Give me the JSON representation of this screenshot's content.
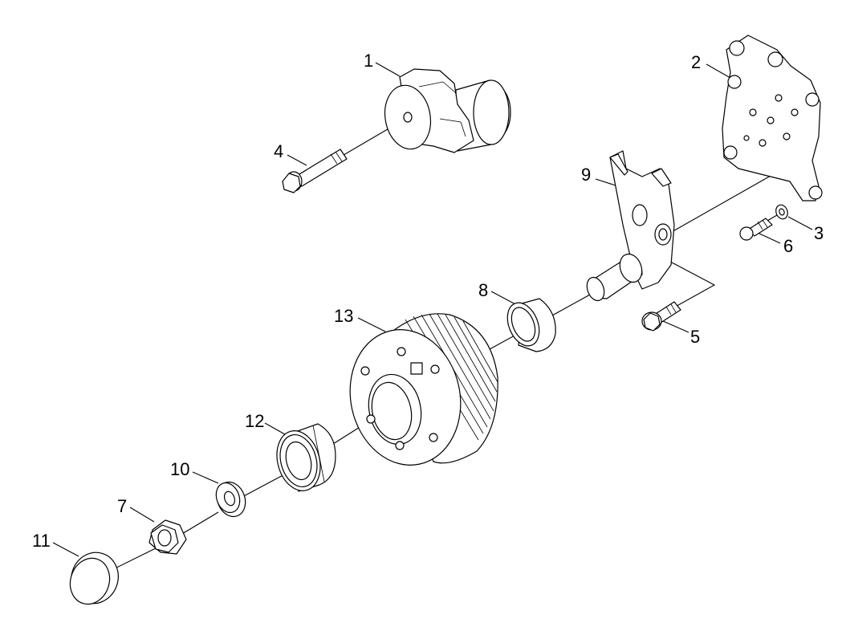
{
  "diagram": {
    "parts": [
      {
        "id": "1",
        "label": "1"
      },
      {
        "id": "2",
        "label": "2"
      },
      {
        "id": "3",
        "label": "3"
      },
      {
        "id": "4",
        "label": "4"
      },
      {
        "id": "5",
        "label": "5"
      },
      {
        "id": "6",
        "label": "6"
      },
      {
        "id": "7",
        "label": "7"
      },
      {
        "id": "8",
        "label": "8"
      },
      {
        "id": "9",
        "label": "9"
      },
      {
        "id": "10",
        "label": "10"
      },
      {
        "id": "11",
        "label": "11"
      },
      {
        "id": "12",
        "label": "12"
      },
      {
        "id": "13",
        "label": "13"
      }
    ],
    "colors": {
      "line": "#000000",
      "fill": "#ffffff",
      "background": "#ffffff"
    }
  }
}
